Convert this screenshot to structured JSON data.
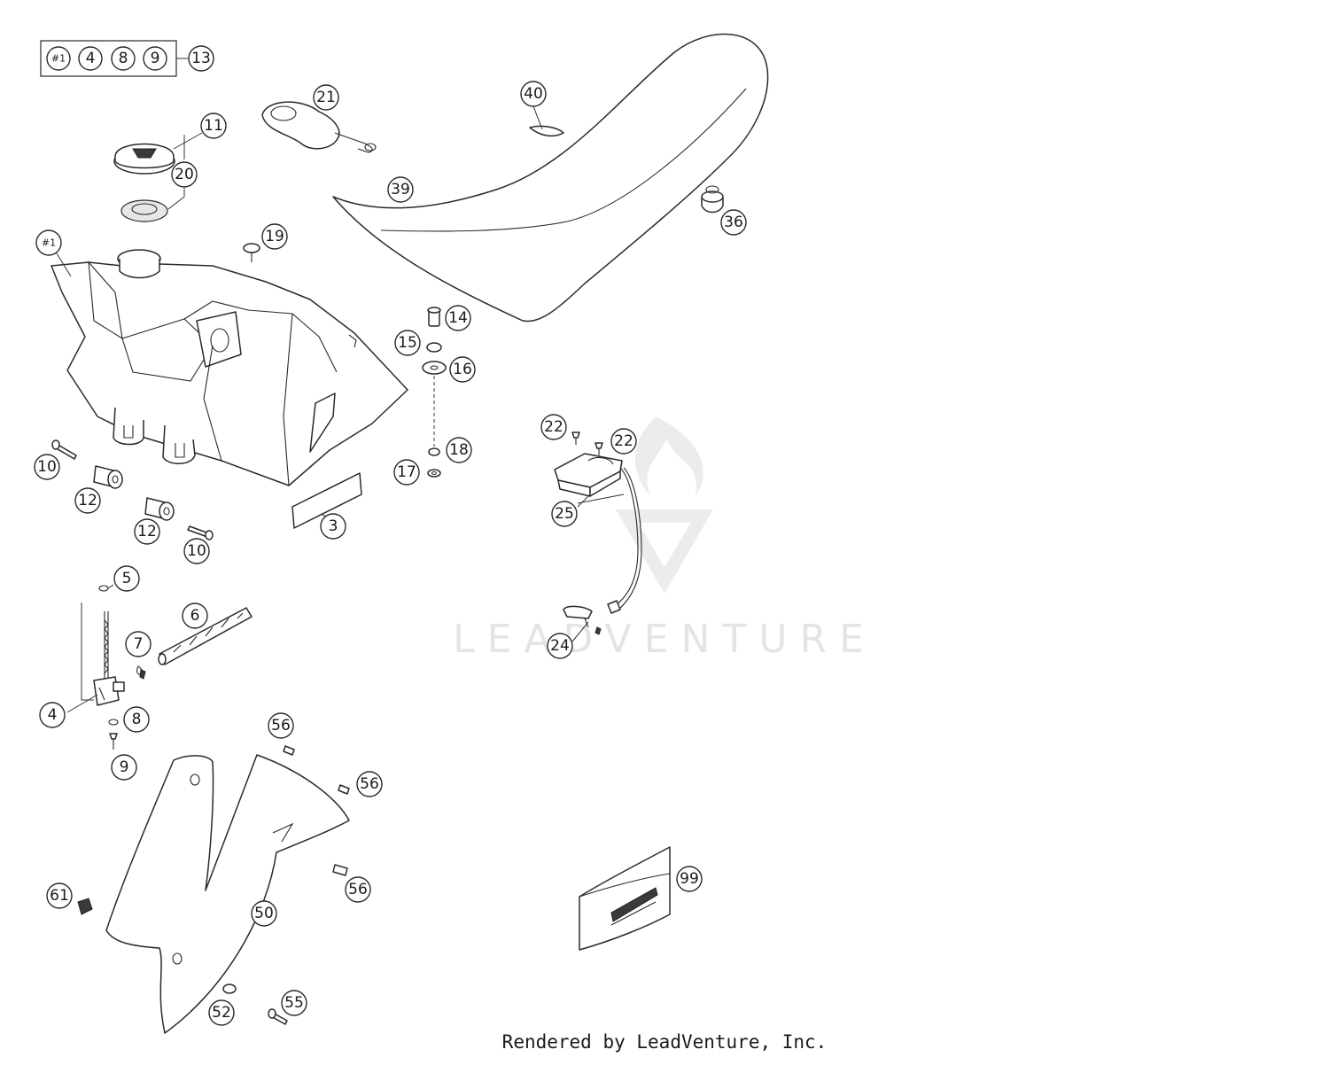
{
  "watermark": "LEADVENTURE",
  "footer": "Rendered by LeadVenture, Inc.",
  "legend_box": {
    "items": [
      "#1",
      "4",
      "8",
      "9"
    ],
    "result": "13"
  },
  "callouts": {
    "c1": "#1",
    "c3": "3",
    "c4": "4",
    "c5": "5",
    "c6": "6",
    "c7": "7",
    "c8": "8",
    "c9": "9",
    "c10a": "10",
    "c10b": "10",
    "c11": "11",
    "c12a": "12",
    "c12b": "12",
    "c14": "14",
    "c15": "15",
    "c16": "16",
    "c17": "17",
    "c18": "18",
    "c19": "19",
    "c20": "20",
    "c21": "21",
    "c22a": "22",
    "c22b": "22",
    "c24": "24",
    "c25": "25",
    "c36": "36",
    "c39": "39",
    "c40": "40",
    "c50": "50",
    "c52": "52",
    "c55": "55",
    "c56a": "56",
    "c56b": "56",
    "c56c": "56",
    "c61": "61",
    "c99": "99"
  }
}
